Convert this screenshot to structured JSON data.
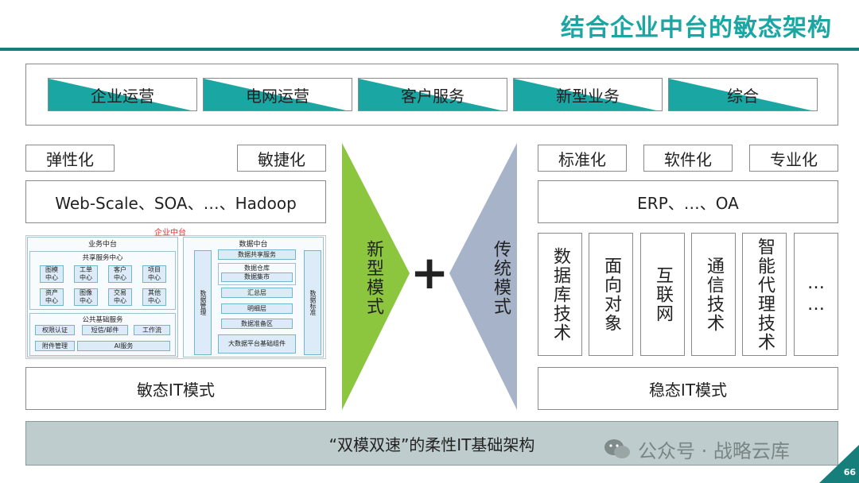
{
  "title": "结合企业中台的敏态架构",
  "business_tabs": [
    "企业运营",
    "电网运营",
    "客户服务",
    "新型业务",
    "综合"
  ],
  "agile": {
    "traits": [
      "弹性化",
      "敏捷化"
    ],
    "tech": "Web-Scale、SOA、…、Hadoop",
    "platform": {
      "enterprise_label": "企业中台",
      "business": {
        "title": "业务中台",
        "shared_title": "共享服务中心",
        "shared": [
          "图模中心",
          "工单中心",
          "客户中心",
          "项目中心",
          "资产中心",
          "图像中心",
          "交易中心",
          "其他中心"
        ],
        "public_title": "公共基础服务",
        "public": [
          "权限认证",
          "短信/邮件",
          "工作流",
          "附件管理",
          "AI服务"
        ]
      },
      "data": {
        "title": "数据中台",
        "left": "数据管理",
        "right": "数据标准",
        "items": [
          "数据共享服务",
          "数据仓库",
          "数据集市",
          "汇总层",
          "明细层",
          "数据准备区",
          "大数据平台基础组件"
        ]
      }
    },
    "mode": "敏态IT模式"
  },
  "center": {
    "new_mode": "新型模式",
    "plus": "+",
    "old_mode": "传统模式"
  },
  "stable": {
    "traits": [
      "标准化",
      "软件化",
      "专业化"
    ],
    "tech": "ERP、…、OA",
    "columns": [
      "数据库技术",
      "面向对象",
      "互联网",
      "通信技术",
      "智能代理技术",
      "……"
    ],
    "mode": "稳态IT模式"
  },
  "foundation": "“双模双速”的柔性IT基础架构",
  "watermark": "公众号 · 战略云库",
  "page_number": "66",
  "colors": {
    "accent": "#1aa7a3",
    "dark": "#177f7b",
    "green": "#8cc63f",
    "slate": "#a6b3c9"
  }
}
